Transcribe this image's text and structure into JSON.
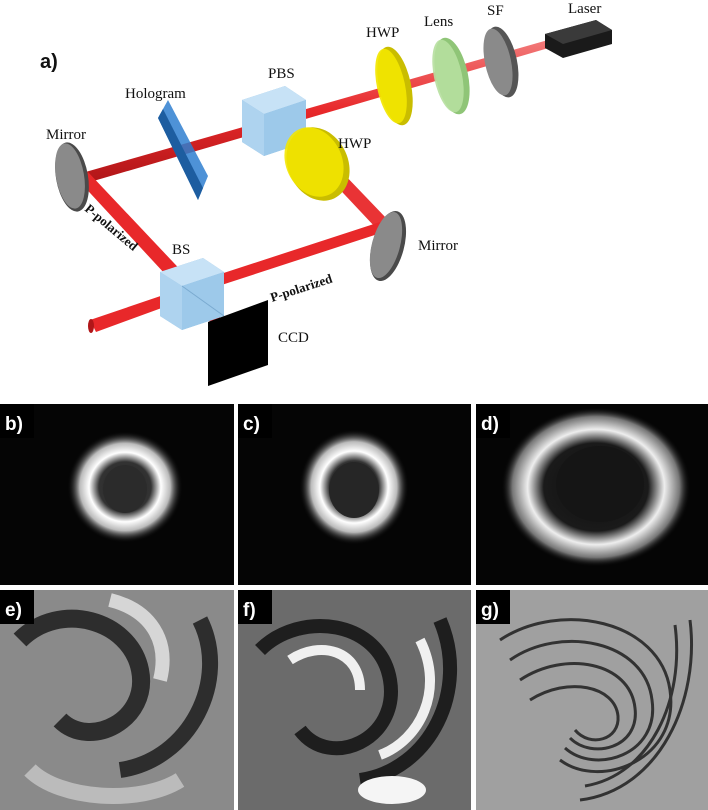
{
  "figure": {
    "setup_panel_label": "a)",
    "components": {
      "laser": "Laser",
      "sf": "SF",
      "lens": "Lens",
      "hwp_top": "HWP",
      "hwp_middle": "HWP",
      "pbs": "PBS",
      "hologram": "Hologram",
      "mirror_left": "Mirror",
      "mirror_right": "Mirror",
      "bs": "BS",
      "ccd": "CCD"
    },
    "beam_labels": {
      "left_arm": "P-polarized",
      "right_arm": "P-polarized"
    },
    "image_panels": [
      {
        "label": "b)",
        "pattern": "ring"
      },
      {
        "label": "c)",
        "pattern": "ring"
      },
      {
        "label": "d)",
        "pattern": "ring-wide"
      },
      {
        "label": "e)",
        "pattern": "spiral-fringes"
      },
      {
        "label": "f)",
        "pattern": "spiral-fringes"
      },
      {
        "label": "g)",
        "pattern": "spiral-fringes"
      }
    ],
    "colors": {
      "beam": "#e8282a",
      "hwp": "#f2e600",
      "lens": "#b6df9e",
      "pbs": "#aed3ef",
      "hologram": "#2f7fd0",
      "mirror": "#7d7d7d",
      "ccd": "#000000"
    }
  }
}
